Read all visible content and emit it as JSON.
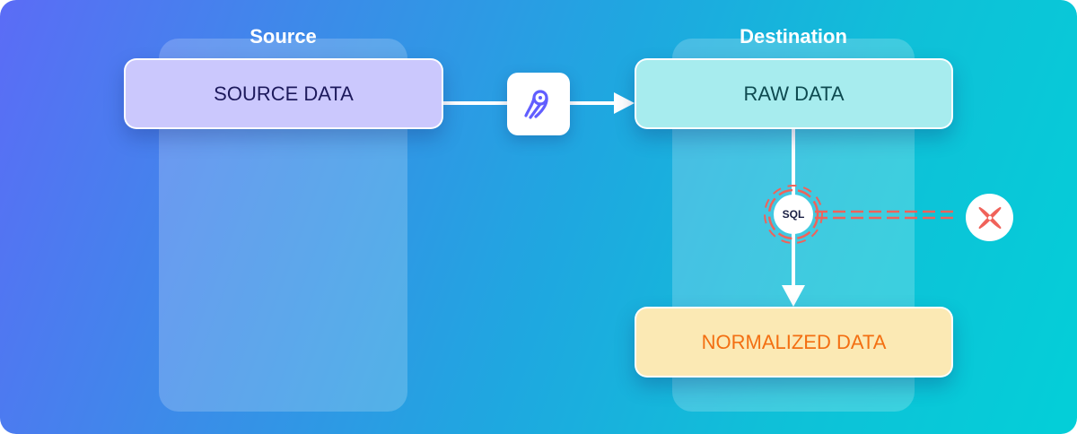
{
  "columns": {
    "source_title": "Source",
    "destination_title": "Destination"
  },
  "nodes": {
    "source": "SOURCE DATA",
    "raw": "RAW DATA",
    "normalized": "NORMALIZED DATA"
  },
  "sql_label": "SQL",
  "icons": {
    "sync": "airbyte-logo-icon",
    "transform": "dbt-logo-icon"
  },
  "colors": {
    "source_node": "#cbc8fd",
    "raw_node": "#a7ecee",
    "normalized_node": "#fbe9b4",
    "normalized_text": "#f36f12",
    "accent_red": "#f0625a",
    "airbyte_purple": "#615eff"
  }
}
